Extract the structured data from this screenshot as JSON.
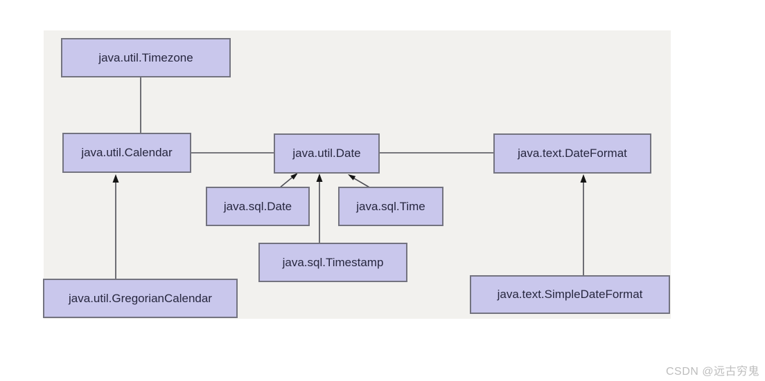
{
  "diagram": {
    "nodes": [
      {
        "id": "timezone",
        "label": "java.util.Timezone"
      },
      {
        "id": "calendar",
        "label": "java.util.Calendar"
      },
      {
        "id": "date",
        "label": "java.util.Date"
      },
      {
        "id": "dateformat",
        "label": "java.text.DateFormat"
      },
      {
        "id": "sqldate",
        "label": "java.sql.Date"
      },
      {
        "id": "sqltime",
        "label": "java.sql.Time"
      },
      {
        "id": "sqltimestamp",
        "label": "java.sql.Timestamp"
      },
      {
        "id": "gregoriancalendar",
        "label": "java.util.GregorianCalendar"
      },
      {
        "id": "simpledateformat",
        "label": "java.text.SimpleDateFormat"
      }
    ],
    "edges": [
      {
        "from": "timezone",
        "to": "calendar",
        "type": "line"
      },
      {
        "from": "calendar",
        "to": "date",
        "type": "line"
      },
      {
        "from": "date",
        "to": "dateformat",
        "type": "line"
      },
      {
        "from": "sqldate",
        "to": "date",
        "type": "arrow"
      },
      {
        "from": "sqltime",
        "to": "date",
        "type": "arrow"
      },
      {
        "from": "sqltimestamp",
        "to": "date",
        "type": "arrow"
      },
      {
        "from": "gregoriancalendar",
        "to": "calendar",
        "type": "arrow"
      },
      {
        "from": "simpledateformat",
        "to": "dateformat",
        "type": "arrow"
      }
    ],
    "colors": {
      "node_fill": "#c9c7ec",
      "node_border": "#73737f",
      "node_text": "#27273f",
      "canvas_bg": "#f2f1ee",
      "edge": "#4d4d55",
      "arrowhead": "#141414",
      "watermark": "#bdbdbd"
    }
  },
  "watermark": {
    "text": "CSDN @远古穷鬼"
  }
}
